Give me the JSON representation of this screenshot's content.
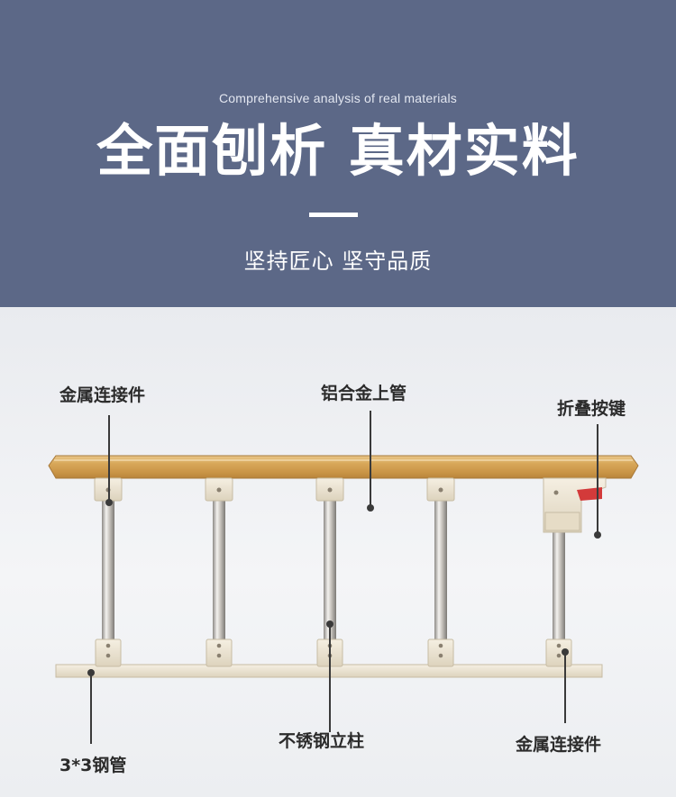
{
  "header": {
    "subtitle_en": "Comprehensive analysis of real materials",
    "title": "全面刨析 真材实料",
    "tagline": "坚持匠心 坚守品质"
  },
  "callouts": {
    "metal_connector_top": "金属连接件",
    "aluminum_top_tube": "铝合金上管",
    "fold_button": "折叠按键",
    "stainless_column": "不锈钢立柱",
    "steel_tube": "3*3钢管",
    "metal_connector_bottom": "金属连接件"
  },
  "colors": {
    "header_bg": "#5c6887",
    "wood_rail": "#d8a85a",
    "button_red": "#d33a3a",
    "frame_cream": "#ece4d2"
  }
}
